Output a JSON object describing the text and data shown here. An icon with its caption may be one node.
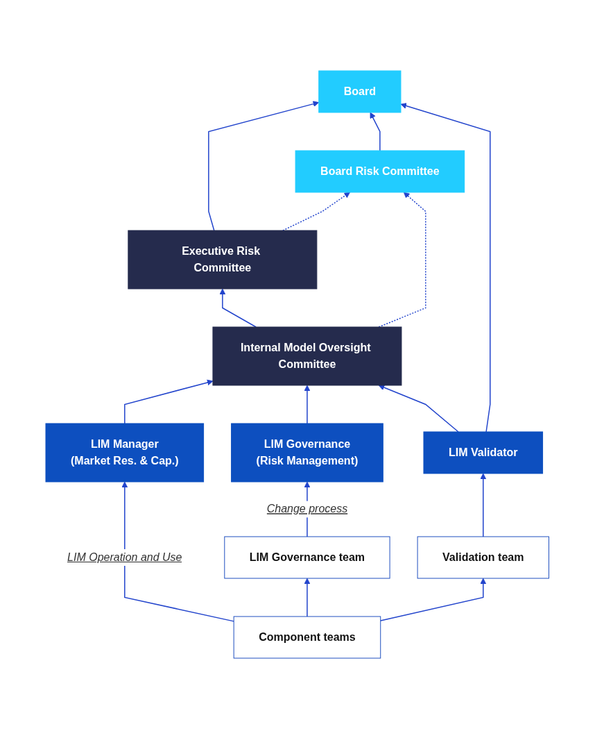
{
  "diagram": {
    "nodes": [
      {
        "text": [
          "Board"
        ]
      },
      {
        "text": [
          "Board Risk Committee"
        ]
      },
      {
        "text": [
          "Executive Risk Committee"
        ]
      },
      {
        "text": [
          "Internal Model Oversight Committee"
        ]
      },
      {
        "text": [
          "LIM Manager",
          "(Market Res. & Cap.)"
        ]
      },
      {
        "text": [
          "LIM Governance",
          "(Risk Management)"
        ]
      },
      {
        "text": [
          "LIM Validator"
        ]
      },
      {
        "text": [
          "LIM Governance team"
        ]
      },
      {
        "text": [
          "Validation team"
        ]
      },
      {
        "text": [
          "Component teams"
        ]
      }
    ],
    "edges": [
      {
        "from": 1,
        "to": 0,
        "arrow": "to"
      },
      {
        "from": 2,
        "to": 0,
        "arrow": "to"
      },
      {
        "from": 3,
        "to": 2,
        "arrow": "to"
      },
      {
        "from": 2,
        "to": 1,
        "arrow": "to",
        "style": "dashed"
      },
      {
        "from": 3,
        "to": 1,
        "arrow": "to",
        "style": "dashed"
      },
      {
        "from": 4,
        "to": 3,
        "arrow": "to"
      },
      {
        "from": 5,
        "to": 3,
        "arrow": "to"
      },
      {
        "from": 6,
        "to": 3,
        "arrow": "to"
      },
      {
        "from": 6,
        "to": 0,
        "arrow": "to"
      },
      {
        "from": 9,
        "to": 4,
        "arrow": "to",
        "label": "LIM Operation and Use"
      },
      {
        "from": 7,
        "to": 5,
        "arrow": "to",
        "label": "Change process"
      },
      {
        "from": 8,
        "to": 6,
        "arrow": "to"
      },
      {
        "from": 9,
        "to": 7,
        "arrow": "to"
      },
      {
        "from": 9,
        "to": 8,
        "arrow": "to"
      }
    ]
  }
}
